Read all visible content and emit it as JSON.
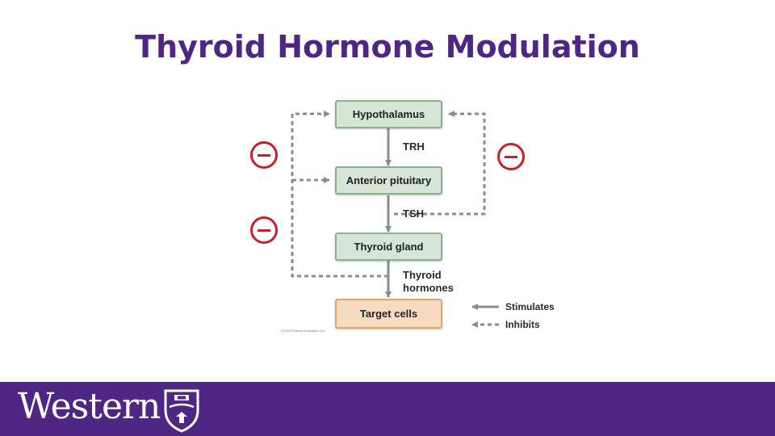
{
  "slide": {
    "title": "Thyroid Hormone Modulation"
  },
  "diagram": {
    "boxes": {
      "hypothalamus": "Hypothalamus",
      "anterior_pituitary": "Anterior pituitary",
      "thyroid_gland": "Thyroid gland",
      "target_cells": "Target cells"
    },
    "arrow_labels": {
      "trh": "TRH",
      "tsh": "TSH",
      "thyroid_hormones_line1": "Thyroid",
      "thyroid_hormones_line2": "hormones"
    },
    "legend": {
      "stimulates": "Stimulates",
      "inhibits": "Inhibits"
    },
    "copyright": "©2015 Pearson Education, Inc."
  },
  "footer": {
    "wordmark": "Western"
  },
  "colors": {
    "title": "#4f2683",
    "footer_bg": "#4f2683",
    "box_green_fill": "#d5e5d6",
    "box_green_border": "#8cb08f",
    "box_orange_fill": "#f8dcc2",
    "box_orange_border": "#e2a56b",
    "arrow": "#8c8c8c",
    "inhibit_red": "#c8202a"
  },
  "icons": [
    "minus-circle-icon",
    "university-crest-icon"
  ]
}
